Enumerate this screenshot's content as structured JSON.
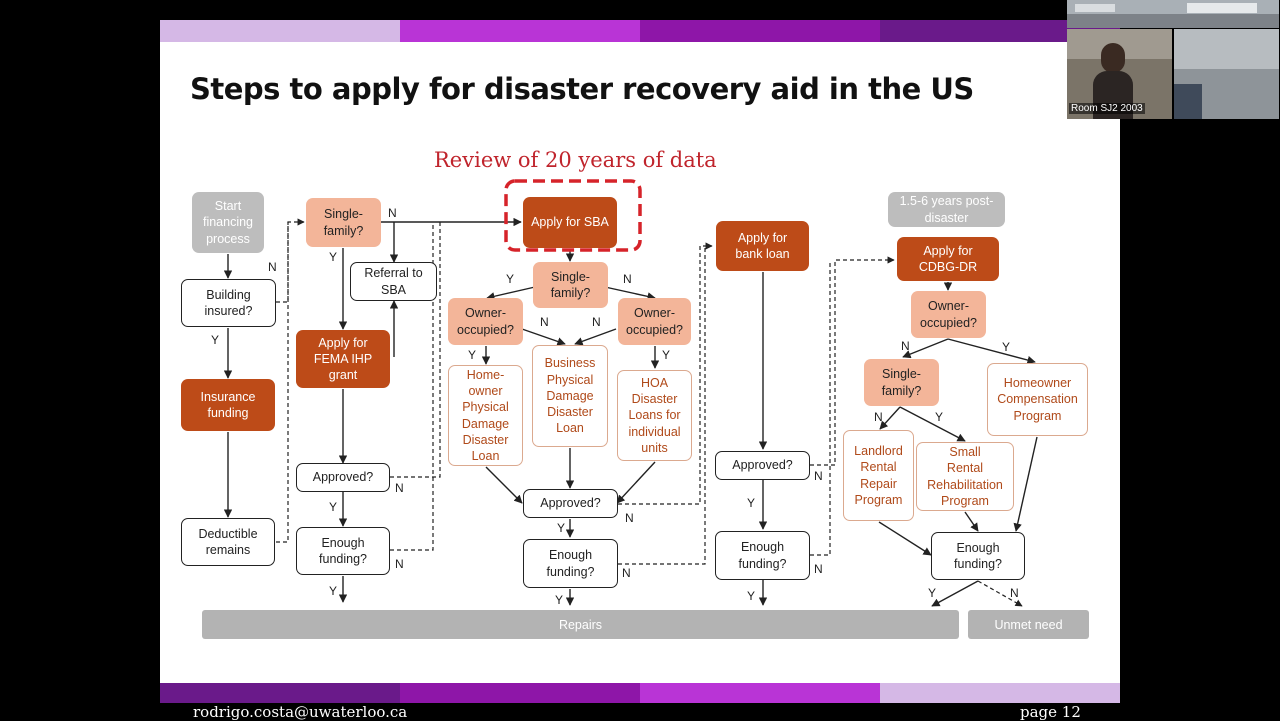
{
  "slide": {
    "title": "Steps to apply for disaster recovery aid in the US",
    "subtitle": "Review of 20 years of data",
    "footer_email": "rodrigo.costa@uwaterloo.ca",
    "footer_page": "page 12"
  },
  "video": {
    "room_label": "Room SJ2 2003"
  },
  "colors": {
    "dark_node": "#bd4b18",
    "light_node": "#f3b599",
    "gray_node": "#bdbdbd",
    "highlight": "#d6232a",
    "band1": "#d5b8e6",
    "band2": "#b934d6",
    "band3": "#8e16a8",
    "band4": "#6a1a8a"
  },
  "flowchart": {
    "nodes": {
      "start": "Start\nfinancing\nprocess",
      "building_insured": "Building\ninsured?",
      "insurance_funding": "Insurance\nfunding",
      "deductible": "Deductible\nremains",
      "single_family_1": "Single-\nfamily?",
      "referral_sba": "Referral to\nSBA",
      "fema_ihp": "Apply for\nFEMA IHP\ngrant",
      "approved_1": "Approved?",
      "enough_1": "Enough\nfunding?",
      "apply_sba": "Apply for SBA",
      "single_family_2": "Single-\nfamily?",
      "owner_occ_1": "Owner-\noccupied?",
      "owner_occ_2": "Owner-\noccupied?",
      "homeowner_loan": "Home-\nowner\nPhysical\nDamage\nDisaster\nLoan",
      "business_loan": "Business\nPhysical\nDamage\nDisaster\nLoan",
      "hoa_loans": "HOA\nDisaster\nLoans for\nindividual\nunits",
      "approved_2": "Approved?",
      "enough_2": "Enough\nfunding?",
      "bank_loan": "Apply for\nbank loan",
      "approved_3": "Approved?",
      "enough_3": "Enough\nfunding?",
      "post_disaster": "1.5-6 years post-\ndisaster",
      "cdbg": "Apply for\nCDBG-DR",
      "owner_occ_3": "Owner-\noccupied?",
      "single_family_3": "Single-\nfamily?",
      "homeowner_comp": "Homeowner\nCompensation\nProgram",
      "landlord": "Landlord\nRental\nRepair\nProgram",
      "small_rental": "Small\nRental\nRehabilitation\nProgram",
      "enough_4": "Enough\nfunding?"
    },
    "repairs": "Repairs",
    "unmet_need": "Unmet need",
    "yes": "Y",
    "no": "N"
  }
}
